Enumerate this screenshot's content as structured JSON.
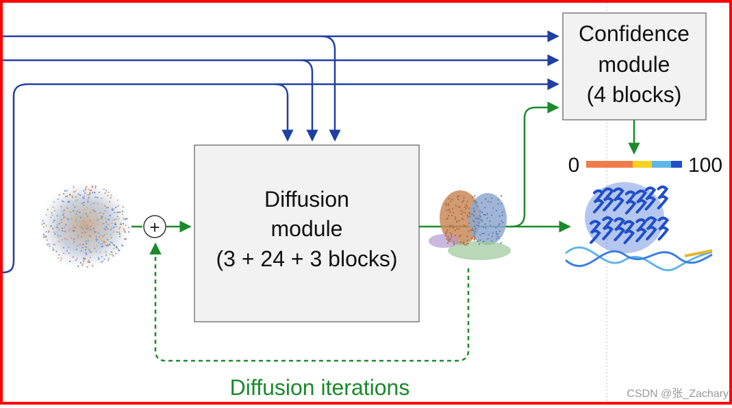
{
  "confidence_module": {
    "line1": "Confidence",
    "line2": "module",
    "line3": "(4 blocks)"
  },
  "diffusion_module": {
    "line1": "Diffusion",
    "line2": "module",
    "line3": "(3 + 24 + 3 blocks)"
  },
  "colorbar": {
    "min_label": "0",
    "max_label": "100",
    "segments": [
      "#f07c4a",
      "#f5d21b",
      "#5fb6e8",
      "#1f4fc9"
    ]
  },
  "plus_symbol": "+",
  "loop_label": "Diffusion iterations",
  "watermark": "CSDN @张_Zachary",
  "colors": {
    "frame_border": "#ff0000",
    "input_arrows": "#1f3fa3",
    "flow_arrows": "#1a8a2a",
    "box_fill": "#f2f2f2",
    "box_stroke": "#7a7a7a",
    "loop_label": "#1a8a2a"
  }
}
